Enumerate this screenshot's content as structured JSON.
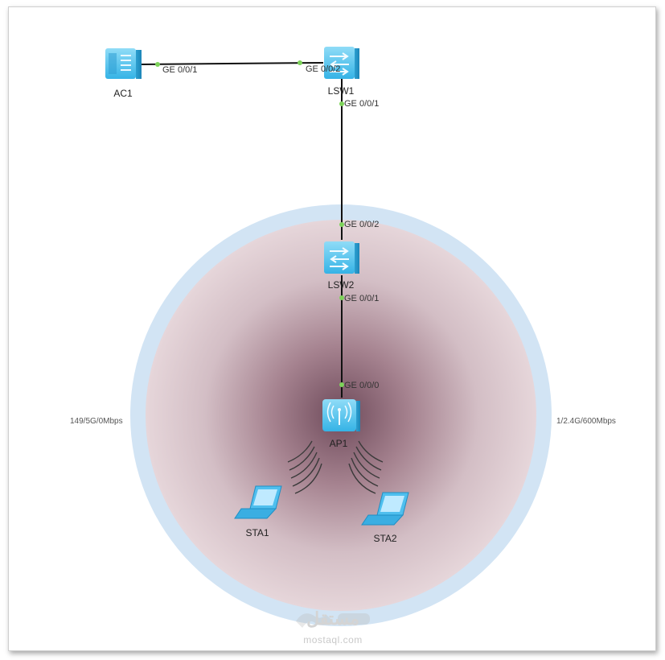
{
  "devices": {
    "ac1": "AC1",
    "lsw1": "LSW1",
    "lsw2": "LSW2",
    "ap1": "AP1",
    "sta1": "STA1",
    "sta2": "STA2"
  },
  "ports": {
    "ac1_ge001": "GE 0/0/1",
    "lsw1_ge002": "GE 0/0/2",
    "lsw1_ge001": "GE 0/0/1",
    "lsw2_ge002": "GE 0/0/2",
    "lsw2_ge001": "GE 0/0/1",
    "ap1_ge000": "GE 0/0/0"
  },
  "bands": {
    "left": "149/5G/0Mbps",
    "right": "1/2.4G/600Mbps"
  },
  "watermark": {
    "arabic": "مستقل",
    "latin": "mostaql.com"
  },
  "colors": {
    "device": "#5bc8f0",
    "outer_circle": "#cfe2f3",
    "inner_circle_center": "#6e4a5a",
    "inner_circle_edge": "#e8d8dc",
    "port_dot": "#7dd35a",
    "link": "#111111"
  }
}
